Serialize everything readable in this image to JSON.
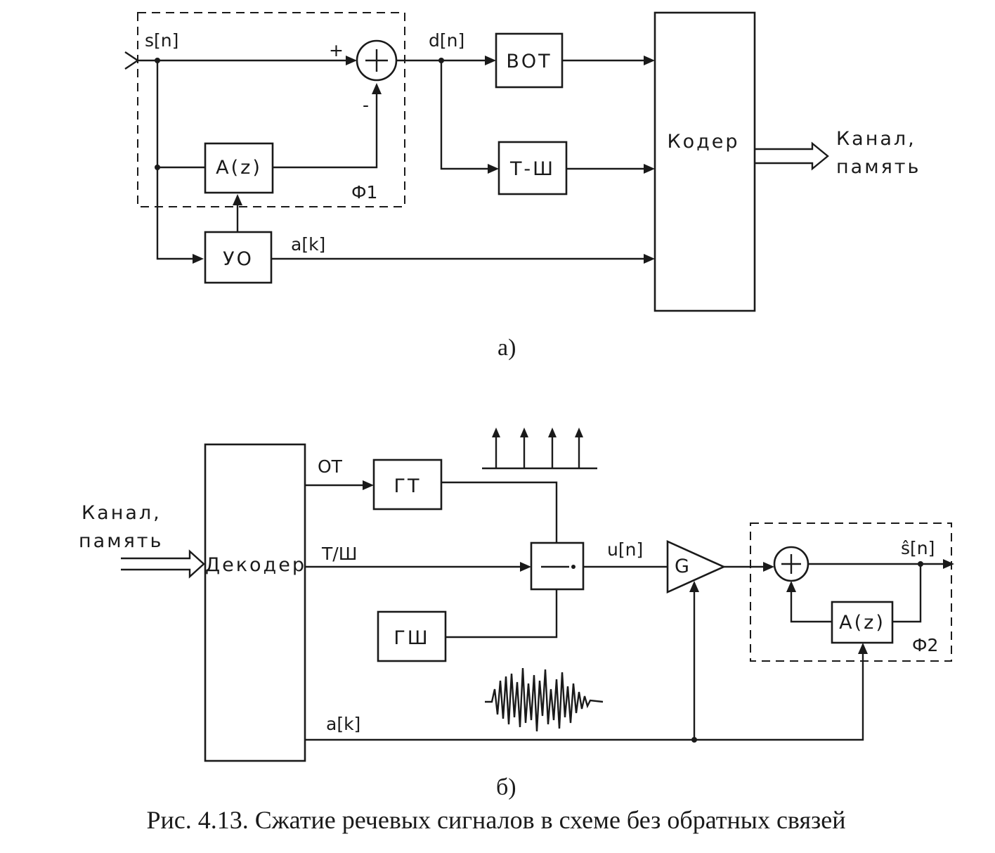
{
  "diagram_a": {
    "signals": {
      "s": "s[n]",
      "d": "d[n]",
      "a": "a[k]",
      "plus": "+",
      "minus": "-"
    },
    "blocks": {
      "predictor": "A(z)",
      "analysis": "УО",
      "pitch": "ВОТ",
      "voicing": "Т-Ш",
      "coder": "Кодер"
    },
    "filter_label": "Ф1",
    "output": [
      "Канал,",
      "память"
    ],
    "sublabel": "а)"
  },
  "diagram_b": {
    "input": [
      "Канал,",
      "память"
    ],
    "blocks": {
      "decoder": "Декодер",
      "pulse_gen": "ГТ",
      "noise_gen": "ГШ",
      "gain": "G",
      "predictor": "A(z)"
    },
    "signals": {
      "ot": "ОТ",
      "ts": "Т/Ш",
      "u": "u[n]",
      "s_hat": "ŝ[n]",
      "a": "a[k]"
    },
    "filter_label": "Ф2",
    "sublabel": "б)"
  },
  "caption": "Рис. 4.13. Сжатие речевых сигналов в схеме без обратных связей"
}
